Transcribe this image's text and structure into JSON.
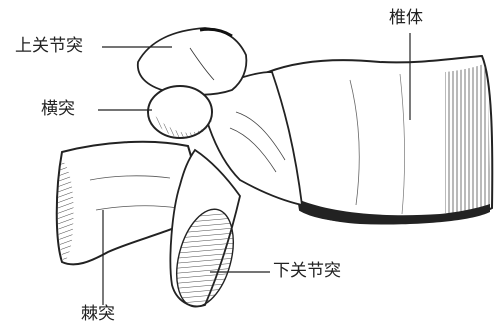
{
  "labels": {
    "superior_articular_process": "上关节突",
    "vertebral_body": "椎体",
    "transverse_process": "横突",
    "inferior_articular_process": "下关节突",
    "spinous_process": "棘突"
  },
  "colors": {
    "ink": "#222222",
    "paper": "#ffffff"
  }
}
